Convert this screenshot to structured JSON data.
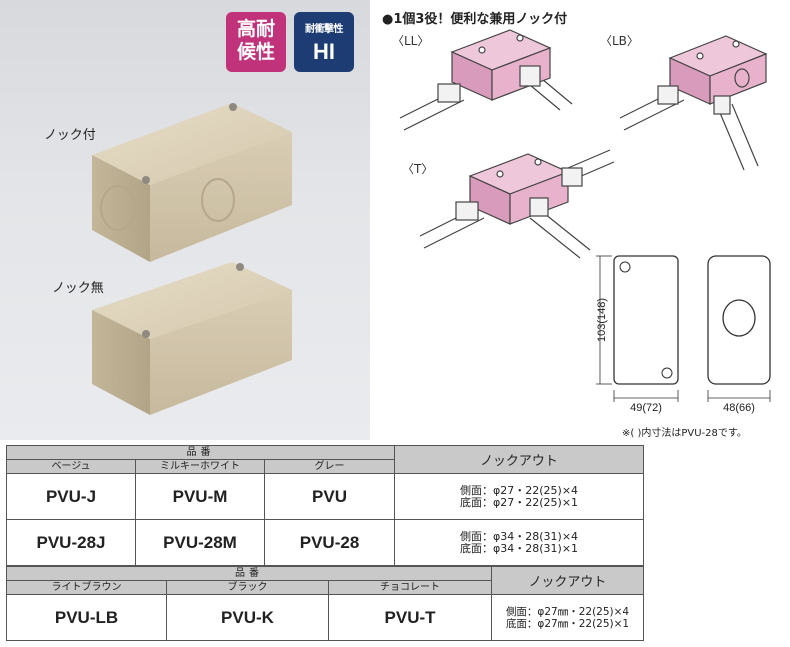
{
  "badges": {
    "weather_line1": "高耐",
    "weather_line2": "候性",
    "impact_small": "耐衝撃性",
    "impact_big": "HI"
  },
  "photo": {
    "label_with_knock": "ノック付",
    "label_without_knock": "ノック無"
  },
  "usage": {
    "title": "●1個3役！便利な兼用ノック付",
    "tag_ll": "〈LL〉",
    "tag_lb": "〈LB〉",
    "tag_t": "〈T〉"
  },
  "dimensions": {
    "height": "103(148)",
    "width_front": "49(72)",
    "width_side": "48(66)",
    "note": "※( )内寸法はPVU-28です。"
  },
  "table1": {
    "group_header": "品番",
    "col_headers": [
      "ベージュ",
      "ミルキーホワイト",
      "グレー"
    ],
    "knock_header": "ノックアウト",
    "rows": [
      {
        "codes": [
          "PVU-J",
          "PVU-M",
          "PVU"
        ],
        "knock_side": "側面：φ27・22(25)×4",
        "knock_bottom": "底面：φ27・22(25)×1"
      },
      {
        "codes": [
          "PVU-28J",
          "PVU-28M",
          "PVU-28"
        ],
        "knock_side": "側面：φ34・28(31)×4",
        "knock_bottom": "底面：φ34・28(31)×1"
      }
    ]
  },
  "table2": {
    "group_header": "品番",
    "col_headers": [
      "ライトブラウン",
      "ブラック",
      "チョコレート"
    ],
    "knock_header": "ノックアウト",
    "rows": [
      {
        "codes": [
          "PVU-LB",
          "PVU-K",
          "PVU-T"
        ],
        "knock_side": "側面：φ27㎜・22(25)×4",
        "knock_bottom": "底面：φ27㎜・22(25)×1"
      }
    ]
  },
  "colors": {
    "badge_weather": "#c0337b",
    "badge_impact": "#1d3c73",
    "box_beige": "#d8ccb2",
    "box_pink": "#e9b6cf",
    "table_header": "#c9c9c9"
  }
}
